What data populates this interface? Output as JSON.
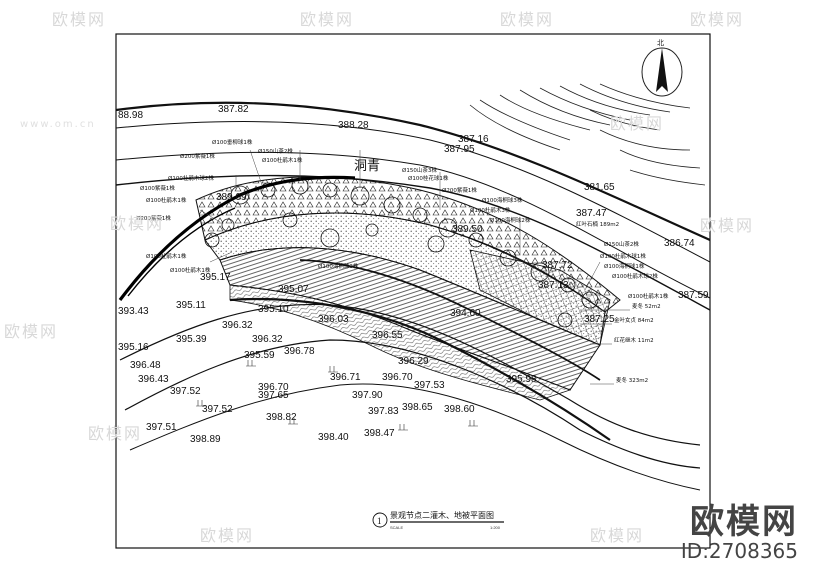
{
  "watermark": {
    "text": "欧模网",
    "domain": "www.om.cn"
  },
  "north_label": "北",
  "title_block": {
    "number": "1",
    "title": "景观节点二灌木、地被平面图",
    "scale_word": "SCALE",
    "scale_value": "1:200"
  },
  "brand": {
    "name": "欧模网",
    "id": "ID:2708365"
  },
  "road_label": "洞青",
  "elevations": [
    "88.98",
    "387.82",
    "388.28",
    "387.16",
    "387.95",
    "381.65",
    "387.47",
    "386.74",
    "387.59",
    "389.09",
    "389.50",
    "387.72",
    "387.13",
    "387.25",
    "395.17",
    "395.07",
    "395.11",
    "395.10",
    "393.43",
    "396.32",
    "396.32",
    "396.03",
    "396.55",
    "395.16",
    "395.39",
    "396.78",
    "395.59",
    "396.48",
    "396.43",
    "396.71",
    "396.70",
    "396.70",
    "396.29",
    "397.52",
    "397.65",
    "397.52",
    "397.90",
    "397.53",
    "398.82",
    "397.83",
    "398.65",
    "398.60",
    "397.51",
    "398.40",
    "398.47",
    "398.89",
    "394.60",
    "395.98"
  ],
  "plant_labels": [
    "Ø100垂柳球1株",
    "Ø150山茶2株",
    "Ø100杜鹃木1株",
    "Ø200紫薇1株",
    "Ø100杜鹃木球2株",
    "Ø100紫薇1株",
    "Ø100杜鹃木1株",
    "Ø200紫薇1株",
    "Ø100杜鹃木1株",
    "Ø150山茶3株",
    "Ø100桂花球1株",
    "Ø200紫薇1株",
    "Ø100海桐球3株",
    "Ø100杜鹃木3株",
    "Ø100海桐球2株",
    "Ø100海桐球3株",
    "Ø150山茶2株",
    "Ø100海桐球1株",
    "Ø100杜鹃木球1株",
    "Ø100杜鹃木球2株",
    "Ø100杜鹃木1株",
    "Ø100杜鹃木1株"
  ],
  "area_labels": [
    "红叶石楠 189m2",
    "麦冬 52m2",
    "金叶女贞 84m2",
    "红花继木 11m2",
    "麦冬 323m2"
  ]
}
